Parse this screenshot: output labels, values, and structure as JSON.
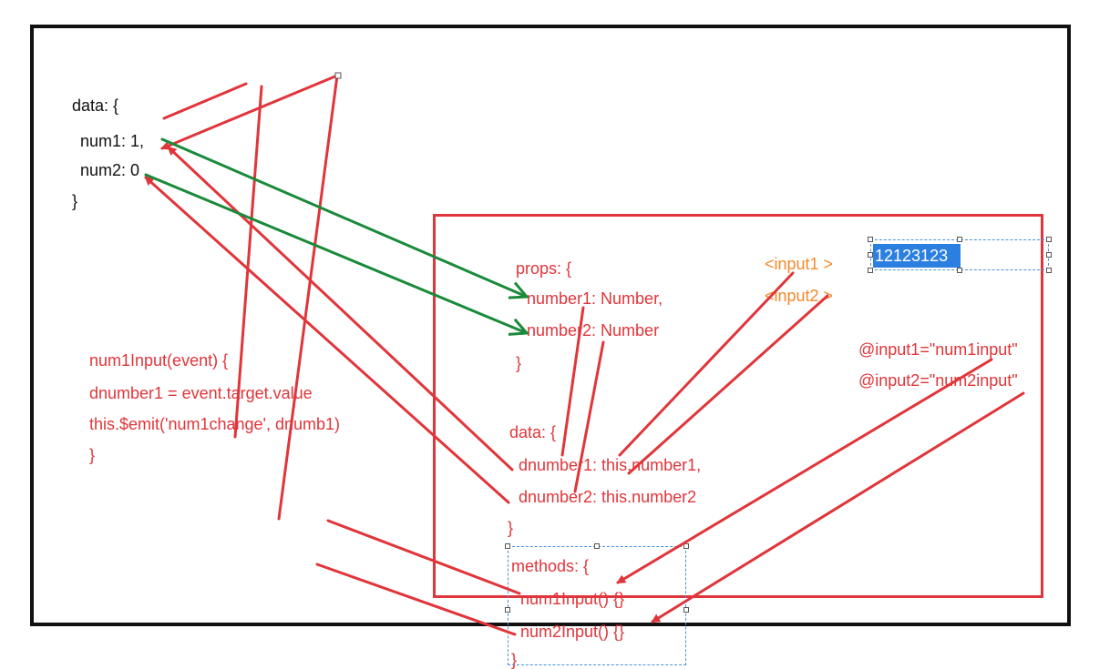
{
  "colors": {
    "frame": "#111111",
    "red": "#e0353a",
    "green": "#1a8a3a",
    "orange": "#f28a2c",
    "selection": "#2b7fe0"
  },
  "parent_data": {
    "line1": "data: {",
    "line2": "num1: 1,",
    "line3": "num2: 0",
    "line4": "}"
  },
  "handler": {
    "line1": "num1Input(event) {",
    "line2": "dnumber1 = event.target.value",
    "line3": "this.$emit('num1change', dnumb1)",
    "line4": "}"
  },
  "props": {
    "line1": "props: {",
    "line2": "number1: Number,",
    "line3": "number2: Number",
    "line4": "}"
  },
  "child_data": {
    "line1": "data: {",
    "line2": "dnumber1: this.number1,",
    "line3": "dnumber2: this.number2",
    "line4": "}"
  },
  "methods": {
    "line1": "methods: {",
    "line2": "num1Input() {}",
    "line3": "num2Input() {}",
    "line4": "}"
  },
  "inputs": {
    "input1": "<input1 >",
    "input2": "<input2 >",
    "input1_value": "12123123"
  },
  "events": {
    "line1": "@input1=\"num1input\"",
    "line2": "@input2=\"num2input\""
  }
}
